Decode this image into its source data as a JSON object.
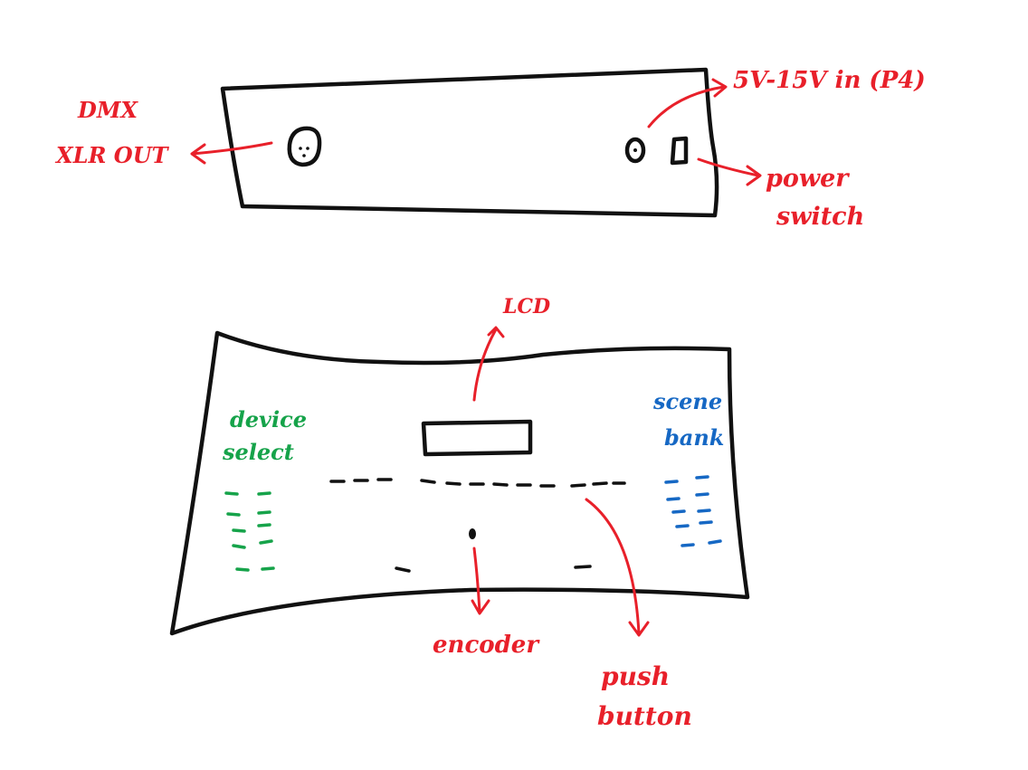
{
  "colors": {
    "annotation": "#e8202a",
    "device_select": "#16a34a",
    "scene_bank": "#1668c4",
    "ink": "#111111"
  },
  "back_panel": {
    "labels": {
      "dmx_out_line1": "DMX",
      "dmx_out_line2": "XLR OUT",
      "power_in": "5V-15V in (P4)",
      "power_switch_line1": "power",
      "power_switch_line2": "switch"
    }
  },
  "front_panel": {
    "labels": {
      "lcd": "LCD",
      "device_select_line1": "device",
      "device_select_line2": "select",
      "scene_bank_line1": "scene",
      "scene_bank_line2": "bank",
      "encoder": "encoder",
      "push_button_line1": "push",
      "push_button_line2": "button"
    }
  }
}
